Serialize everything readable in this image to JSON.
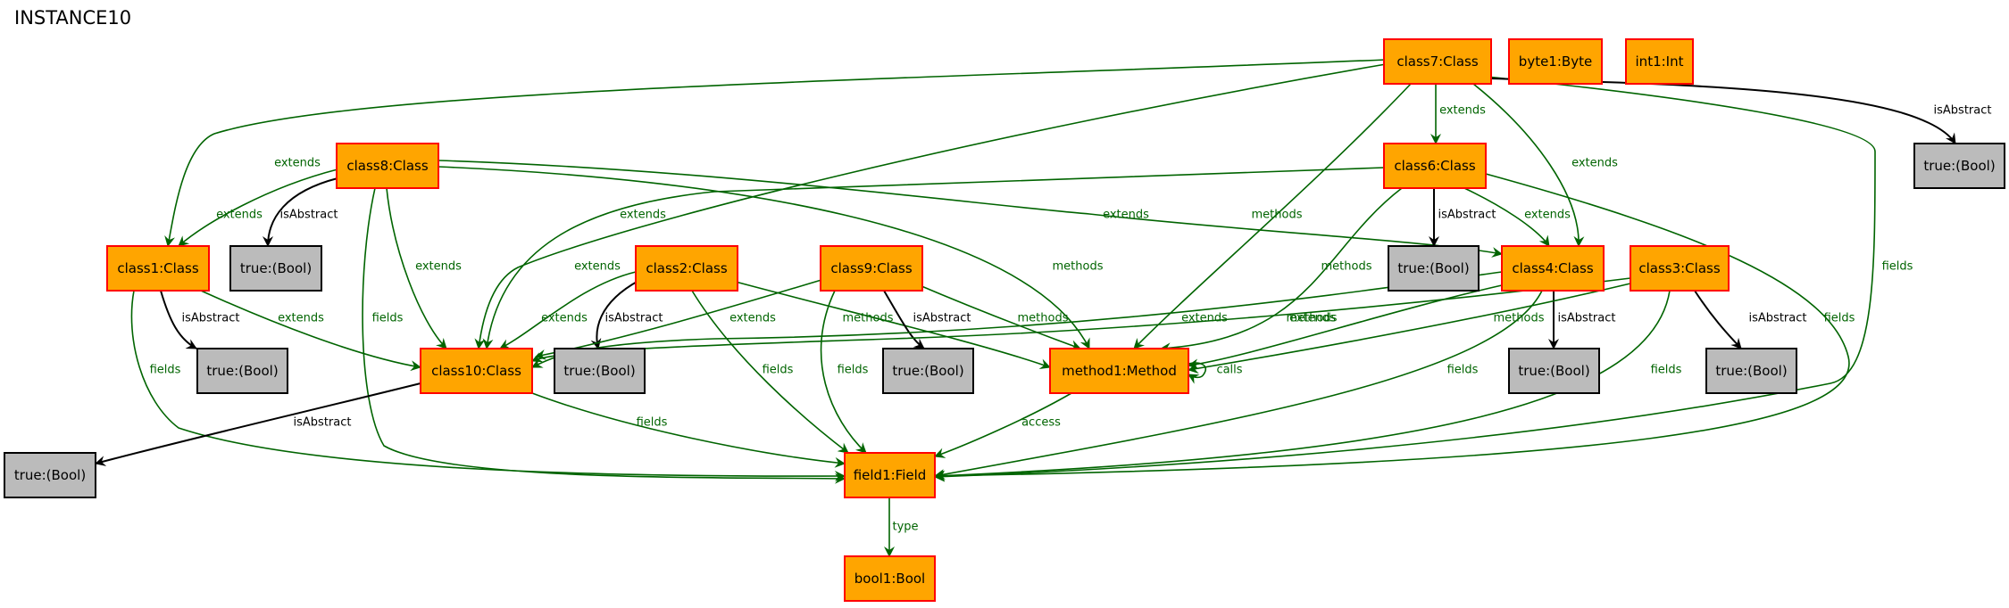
{
  "title": "INSTANCE10",
  "colors": {
    "class_fill": "#ffa500",
    "class_stroke": "#ff0000",
    "value_fill": "#bbbbbb",
    "value_stroke": "#000000",
    "edge_green": "#006400",
    "edge_black": "#000000"
  },
  "nodes": [
    {
      "id": "class7",
      "label": "class7:Class",
      "kind": "class"
    },
    {
      "id": "byte1",
      "label": "byte1:Byte",
      "kind": "class"
    },
    {
      "id": "int1",
      "label": "int1:Int",
      "kind": "class"
    },
    {
      "id": "true_c7",
      "label": "true:(Bool)",
      "kind": "value"
    },
    {
      "id": "class8",
      "label": "class8:Class",
      "kind": "class"
    },
    {
      "id": "class6",
      "label": "class6:Class",
      "kind": "class"
    },
    {
      "id": "class1",
      "label": "class1:Class",
      "kind": "class"
    },
    {
      "id": "true_c8",
      "label": "true:(Bool)",
      "kind": "value"
    },
    {
      "id": "class2",
      "label": "class2:Class",
      "kind": "class"
    },
    {
      "id": "class9",
      "label": "class9:Class",
      "kind": "class"
    },
    {
      "id": "true_c6",
      "label": "true:(Bool)",
      "kind": "value"
    },
    {
      "id": "class4",
      "label": "class4:Class",
      "kind": "class"
    },
    {
      "id": "class3",
      "label": "class3:Class",
      "kind": "class"
    },
    {
      "id": "true_c1",
      "label": "true:(Bool)",
      "kind": "value"
    },
    {
      "id": "class10",
      "label": "class10:Class",
      "kind": "class"
    },
    {
      "id": "true_c2",
      "label": "true:(Bool)",
      "kind": "value"
    },
    {
      "id": "true_c9",
      "label": "true:(Bool)",
      "kind": "value"
    },
    {
      "id": "method1",
      "label": "method1:Method",
      "kind": "class"
    },
    {
      "id": "true_c4",
      "label": "true:(Bool)",
      "kind": "value"
    },
    {
      "id": "true_c3",
      "label": "true:(Bool)",
      "kind": "value"
    },
    {
      "id": "true_c10",
      "label": "true:(Bool)",
      "kind": "value"
    },
    {
      "id": "field1",
      "label": "field1:Field",
      "kind": "class"
    },
    {
      "id": "bool1",
      "label": "bool1:Bool",
      "kind": "class"
    }
  ],
  "edges": [
    {
      "from": "class7",
      "to": "class1",
      "label": "extends",
      "kind": "green"
    },
    {
      "from": "class7",
      "to": "class10",
      "label": "extends",
      "kind": "green"
    },
    {
      "from": "class7",
      "to": "method1",
      "label": "methods",
      "kind": "green"
    },
    {
      "from": "class7",
      "to": "class6",
      "label": "extends",
      "kind": "green"
    },
    {
      "from": "class7",
      "to": "class4",
      "label": "extends",
      "kind": "green"
    },
    {
      "from": "class7",
      "to": "field1",
      "label": "fields",
      "kind": "green"
    },
    {
      "from": "class7",
      "to": "true_c7",
      "label": "isAbstract",
      "kind": "black"
    },
    {
      "from": "class8",
      "to": "class1",
      "label": "extends",
      "kind": "green"
    },
    {
      "from": "class8",
      "to": "true_c8",
      "label": "isAbstract",
      "kind": "black"
    },
    {
      "from": "class8",
      "to": "class10",
      "label": "extends",
      "kind": "green"
    },
    {
      "from": "class8",
      "to": "field1",
      "label": "fields",
      "kind": "green"
    },
    {
      "from": "class8",
      "to": "method1",
      "label": "methods",
      "kind": "green"
    },
    {
      "from": "class8",
      "to": "class4",
      "label": "extends",
      "kind": "green"
    },
    {
      "from": "class6",
      "to": "class10",
      "label": "extends",
      "kind": "green"
    },
    {
      "from": "class6",
      "to": "method1",
      "label": "methods",
      "kind": "green"
    },
    {
      "from": "class6",
      "to": "true_c6",
      "label": "isAbstract",
      "kind": "black"
    },
    {
      "from": "class6",
      "to": "class4",
      "label": "extends",
      "kind": "green"
    },
    {
      "from": "class6",
      "to": "field1",
      "label": "fields",
      "kind": "green"
    },
    {
      "from": "class1",
      "to": "true_c1",
      "label": "isAbstract",
      "kind": "black"
    },
    {
      "from": "class1",
      "to": "class10",
      "label": "extends",
      "kind": "green"
    },
    {
      "from": "class1",
      "to": "field1",
      "label": "fields",
      "kind": "green"
    },
    {
      "from": "class2",
      "to": "class10",
      "label": "extends",
      "kind": "green"
    },
    {
      "from": "class2",
      "to": "true_c2",
      "label": "isAbstract",
      "kind": "black"
    },
    {
      "from": "class2",
      "to": "method1",
      "label": "methods",
      "kind": "green"
    },
    {
      "from": "class2",
      "to": "field1",
      "label": "fields",
      "kind": "green"
    },
    {
      "from": "class9",
      "to": "class10",
      "label": "extends",
      "kind": "green"
    },
    {
      "from": "class9",
      "to": "true_c9",
      "label": "isAbstract",
      "kind": "black"
    },
    {
      "from": "class9",
      "to": "method1",
      "label": "methods",
      "kind": "green"
    },
    {
      "from": "class9",
      "to": "field1",
      "label": "fields",
      "kind": "green"
    },
    {
      "from": "class4",
      "to": "class10",
      "label": "extends",
      "kind": "green"
    },
    {
      "from": "class4",
      "to": "method1",
      "label": "methods",
      "kind": "green"
    },
    {
      "from": "class4",
      "to": "true_c4",
      "label": "isAbstract",
      "kind": "black"
    },
    {
      "from": "class4",
      "to": "field1",
      "label": "fields",
      "kind": "green"
    },
    {
      "from": "class3",
      "to": "class10",
      "label": "extends",
      "kind": "green"
    },
    {
      "from": "class3",
      "to": "method1",
      "label": "methods",
      "kind": "green"
    },
    {
      "from": "class3",
      "to": "true_c3",
      "label": "isAbstract",
      "kind": "black"
    },
    {
      "from": "class3",
      "to": "field1",
      "label": "fields",
      "kind": "green"
    },
    {
      "from": "class10",
      "to": "true_c10",
      "label": "isAbstract",
      "kind": "black"
    },
    {
      "from": "class10",
      "to": "field1",
      "label": "fields",
      "kind": "green"
    },
    {
      "from": "method1",
      "to": "method1",
      "label": "calls",
      "kind": "green"
    },
    {
      "from": "method1",
      "to": "field1",
      "label": "access",
      "kind": "green"
    },
    {
      "from": "field1",
      "to": "bool1",
      "label": "type",
      "kind": "green"
    }
  ]
}
